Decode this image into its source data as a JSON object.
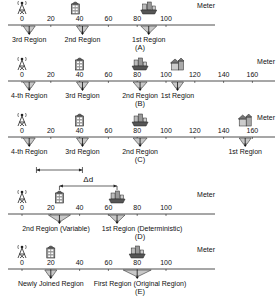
{
  "diagram": {
    "labels": [
      "Meter",
      "0",
      "20",
      "40",
      "60",
      "80",
      "100",
      "3rd Region",
      "2nd Region",
      "1st Region",
      "(A)",
      "Meter",
      "0",
      "20",
      "40",
      "60",
      "80",
      "100",
      "120",
      "140",
      "160",
      "4-th Region",
      "3rd Region",
      "2nd Region",
      "1st Region",
      "(B)",
      "Meter",
      "0",
      "20",
      "40",
      "60",
      "80",
      "100",
      "120",
      "140",
      "160",
      "4-th Region",
      "3rd Region",
      "2nd Region",
      "1st Region",
      "(C)",
      "Meter",
      "0",
      "20",
      "40",
      "60",
      "80",
      "100",
      "Δd",
      "2nd Region (Variable)",
      "1st Region (Deterministic)",
      "(D)",
      "Meter",
      "0",
      "20",
      "40",
      "60",
      "80",
      "100",
      "Newly Joined Region",
      "First Region (Original Region)",
      "(E)"
    ]
  }
}
